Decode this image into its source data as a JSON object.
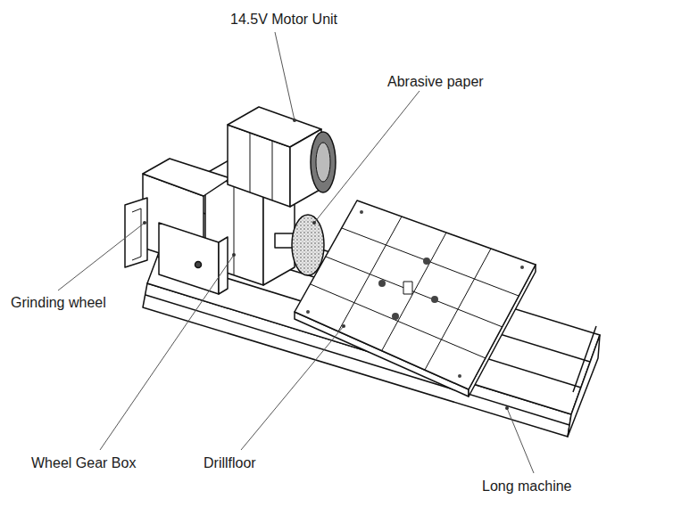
{
  "diagram": {
    "labels": [
      "14.5V Motor Unit",
      "Abrasive paper",
      "Grinding wheel",
      "Wheel Gear Box",
      "Drillfloor",
      "Long machine"
    ]
  }
}
